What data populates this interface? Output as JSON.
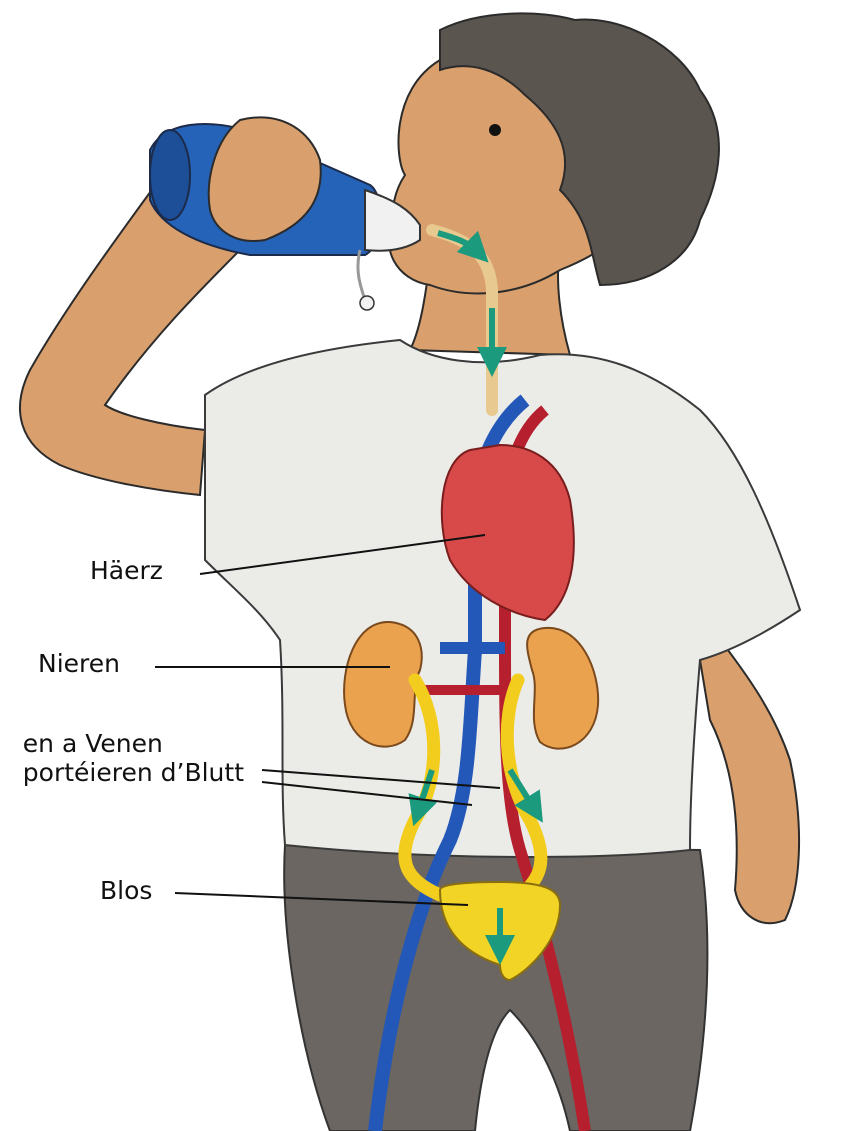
{
  "labels": {
    "haerz": "Häerz",
    "nieren": "Nieren",
    "arterien_line1": "en a Venen",
    "arterien_line2": "portéieren d’Blutt",
    "blos": "Blos"
  },
  "icons": {
    "figure": "boy-drinking-figure",
    "bottle": "water-bottle-icon",
    "arrow": "flow-arrow-icon"
  },
  "colors": {
    "skin": "#d9a06e",
    "hair": "#5b5550",
    "shirt": "#ebebe8",
    "shorts": "#6b6661",
    "bottle": "#2563b8",
    "heart": "#d84a4a",
    "kidney": "#eba24f",
    "artery": "#b51f2e",
    "vein": "#2358b8",
    "ureter": "#f3cd1d",
    "bladder": "#f2d426",
    "esophagus": "#e8c98f",
    "arrow": "#1b9a7e"
  }
}
